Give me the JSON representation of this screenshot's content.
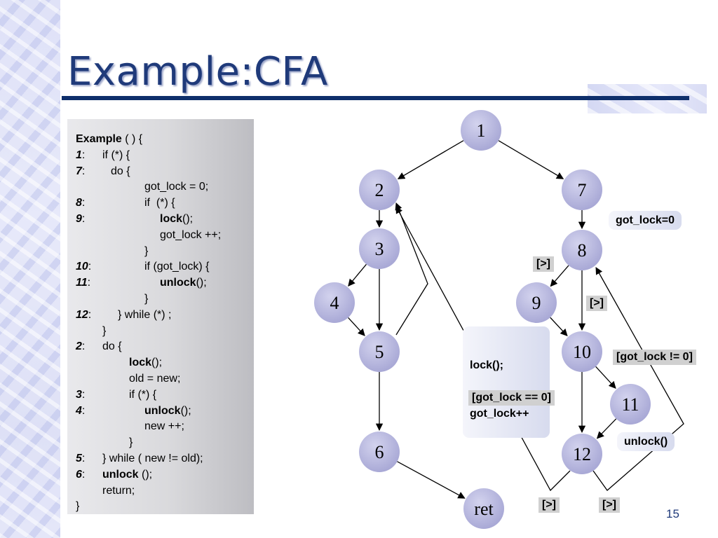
{
  "slide": {
    "title": "Example:CFA",
    "page_number": "15",
    "colors": {
      "title": "#1f3a7a",
      "rule": "#0e2f6b",
      "node_fill": "#b9b9df"
    }
  },
  "code": {
    "lines": [
      {
        "num": "",
        "sep": "",
        "text": "",
        "kw": "Example",
        "rest": " ( ) {"
      },
      {
        "num": "1",
        "sep": ":",
        "text": "    if (*) {",
        "kw": "",
        "rest": ""
      },
      {
        "num": "7",
        "sep": ":",
        "text": "        do {",
        "kw": "",
        "rest": ""
      },
      {
        "num": "",
        "sep": "",
        "text": "got_lock = 0;",
        "kw": "",
        "rest": ""
      },
      {
        "num": "8",
        "sep": ":",
        "text": "if  (*) {",
        "kw": "",
        "rest": ""
      },
      {
        "num": "9",
        "sep": ":",
        "text": "",
        "kw": "lock",
        "rest": "();"
      },
      {
        "num": "",
        "sep": "",
        "text": "got_lock ++;",
        "kw": "",
        "rest": ""
      },
      {
        "num": "",
        "sep": "",
        "text": "}",
        "kw": "",
        "rest": ""
      },
      {
        "num": "10",
        "sep": ":",
        "text": "if (got_lock) {",
        "kw": "",
        "rest": ""
      },
      {
        "num": "11",
        "sep": ":",
        "text": "",
        "kw": "unlock",
        "rest": "();"
      },
      {
        "num": "",
        "sep": "",
        "text": "}",
        "kw": "",
        "rest": ""
      },
      {
        "num": "12",
        "sep": ":",
        "text": "} while (*) ;",
        "kw": "",
        "rest": ""
      },
      {
        "num": "",
        "sep": "",
        "text": "}",
        "kw": "",
        "rest": ""
      },
      {
        "num": "2",
        "sep": ":",
        "text": "do {",
        "kw": "",
        "rest": ""
      },
      {
        "num": "",
        "sep": "",
        "text": "",
        "kw": "lock",
        "rest": "();"
      },
      {
        "num": "",
        "sep": "",
        "text": "old = new;",
        "kw": "",
        "rest": ""
      },
      {
        "num": "3",
        "sep": ":",
        "text": "if (*) {",
        "kw": "",
        "rest": ""
      },
      {
        "num": "4",
        "sep": ":",
        "text": "",
        "kw": "unlock",
        "rest": "();"
      },
      {
        "num": "",
        "sep": "",
        "text": "new ++;",
        "kw": "",
        "rest": ""
      },
      {
        "num": "",
        "sep": "",
        "text": "}",
        "kw": "",
        "rest": ""
      },
      {
        "num": "5",
        "sep": ":",
        "text": "} while ( new != old);",
        "kw": "",
        "rest": ""
      },
      {
        "num": "6",
        "sep": ":",
        "text": "",
        "kw": "unlock",
        "rest": " ();"
      },
      {
        "num": "",
        "sep": "",
        "text": "return;",
        "kw": "",
        "rest": ""
      },
      {
        "num": "",
        "sep": "",
        "text": "}",
        "kw": "",
        "rest": ""
      }
    ]
  },
  "graph": {
    "nodes": [
      {
        "id": "1",
        "label": "1"
      },
      {
        "id": "2",
        "label": "2"
      },
      {
        "id": "3",
        "label": "3"
      },
      {
        "id": "4",
        "label": "4"
      },
      {
        "id": "5",
        "label": "5"
      },
      {
        "id": "6",
        "label": "6"
      },
      {
        "id": "7",
        "label": "7"
      },
      {
        "id": "8",
        "label": "8"
      },
      {
        "id": "9",
        "label": "9"
      },
      {
        "id": "10",
        "label": "10"
      },
      {
        "id": "11",
        "label": "11"
      },
      {
        "id": "12",
        "label": "12"
      },
      {
        "id": "ret",
        "label": "ret"
      }
    ],
    "edges": [
      {
        "from": "1",
        "to": "2"
      },
      {
        "from": "1",
        "to": "7"
      },
      {
        "from": "2",
        "to": "3"
      },
      {
        "from": "3",
        "to": "4"
      },
      {
        "from": "3",
        "to": "5"
      },
      {
        "from": "4",
        "to": "5"
      },
      {
        "from": "5",
        "to": "2"
      },
      {
        "from": "5",
        "to": "6"
      },
      {
        "from": "6",
        "to": "ret"
      },
      {
        "from": "7",
        "to": "8"
      },
      {
        "from": "8",
        "to": "9"
      },
      {
        "from": "8",
        "to": "10"
      },
      {
        "from": "9",
        "to": "10"
      },
      {
        "from": "10",
        "to": "11"
      },
      {
        "from": "10",
        "to": "12"
      },
      {
        "from": "11",
        "to": "12"
      },
      {
        "from": "12",
        "to": "8"
      },
      {
        "from": "12",
        "to": "2"
      }
    ],
    "labels": {
      "got_lock_init": "got_lock=0",
      "assume_8": "[>]",
      "assume_8_10": "[>]",
      "lock_block_1": "lock();",
      "lock_block_2": "got_lock++",
      "got_lock_ne": "[got_lock != 0]",
      "got_lock_eq": "[got_lock == 0]",
      "unlock_call": "unlock()",
      "assume_back_left": "[>]",
      "assume_back_right": "[>]"
    }
  }
}
